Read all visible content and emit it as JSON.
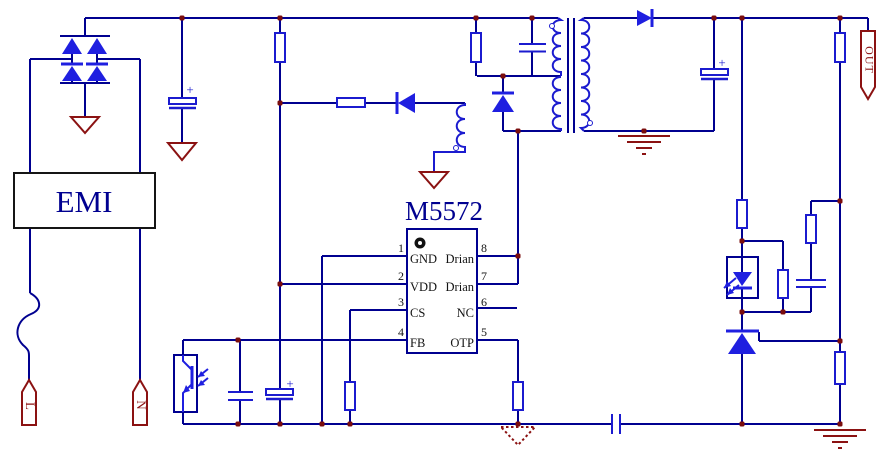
{
  "schematic": {
    "blocks": {
      "emi": "EMI"
    },
    "ic": {
      "title": "M5572",
      "pins_left": [
        {
          "num": "1",
          "name": "GND"
        },
        {
          "num": "2",
          "name": "VDD"
        },
        {
          "num": "3",
          "name": "CS"
        },
        {
          "num": "4",
          "name": "FB"
        }
      ],
      "pins_right": [
        {
          "num": "8",
          "name": "Drian"
        },
        {
          "num": "7",
          "name": "Drian"
        },
        {
          "num": "6",
          "name": "NC"
        },
        {
          "num": "5",
          "name": "OTP"
        }
      ]
    },
    "ports": {
      "line": "L",
      "neutral": "N",
      "output": "OUT"
    },
    "plus": "+",
    "colors": {
      "wire": "#000090",
      "component_blue": "#1b1bcf",
      "fill_blue": "#1f1fe0",
      "maroon": "#8b1212",
      "junction_dot": "#7a0d0d",
      "text_black": "#141414"
    }
  }
}
